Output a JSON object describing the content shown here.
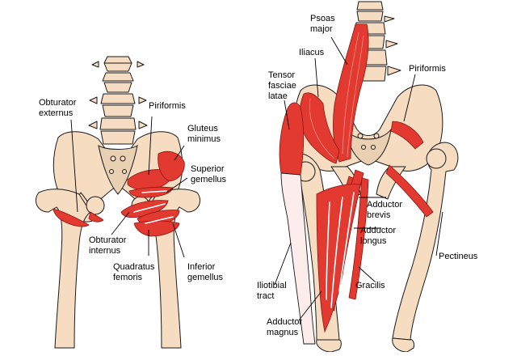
{
  "colors": {
    "bone": "#f6dcc1",
    "muscle": "#e23a30",
    "outline": "#1a1a1a",
    "background": "#ffffff"
  },
  "left_figure": {
    "labels": {
      "obturator_externus": [
        "Obturator",
        "externus"
      ],
      "piriformis": [
        "Piriformis"
      ],
      "gluteus_minimus": [
        "Gluteus",
        "minimus"
      ],
      "superior_gemellus": [
        "Superior",
        "gemellus"
      ],
      "obturator_internus": [
        "Obturator",
        "internus"
      ],
      "quadratus_femoris": [
        "Quadratus",
        "femoris"
      ],
      "inferior_gemellus": [
        "Inferior",
        "gemellus"
      ]
    }
  },
  "right_figure": {
    "labels": {
      "psoas_major": [
        "Psoas",
        "major"
      ],
      "iliacus": [
        "Iliacus"
      ],
      "tensor_fasciae_latae": [
        "Tensor",
        "fasciae",
        "latae"
      ],
      "piriformis": [
        "Piriformis"
      ],
      "adductor_brevis": [
        "Adductor",
        "brevis"
      ],
      "adductor_longus": [
        "Adductor",
        "longus"
      ],
      "pectineus": [
        "Pectineus"
      ],
      "gracilis": [
        "Gracilis"
      ],
      "iliotibial_tract": [
        "Iliotibial",
        "tract"
      ],
      "adductor_magnus": [
        "Adductor",
        "magnus"
      ]
    }
  }
}
